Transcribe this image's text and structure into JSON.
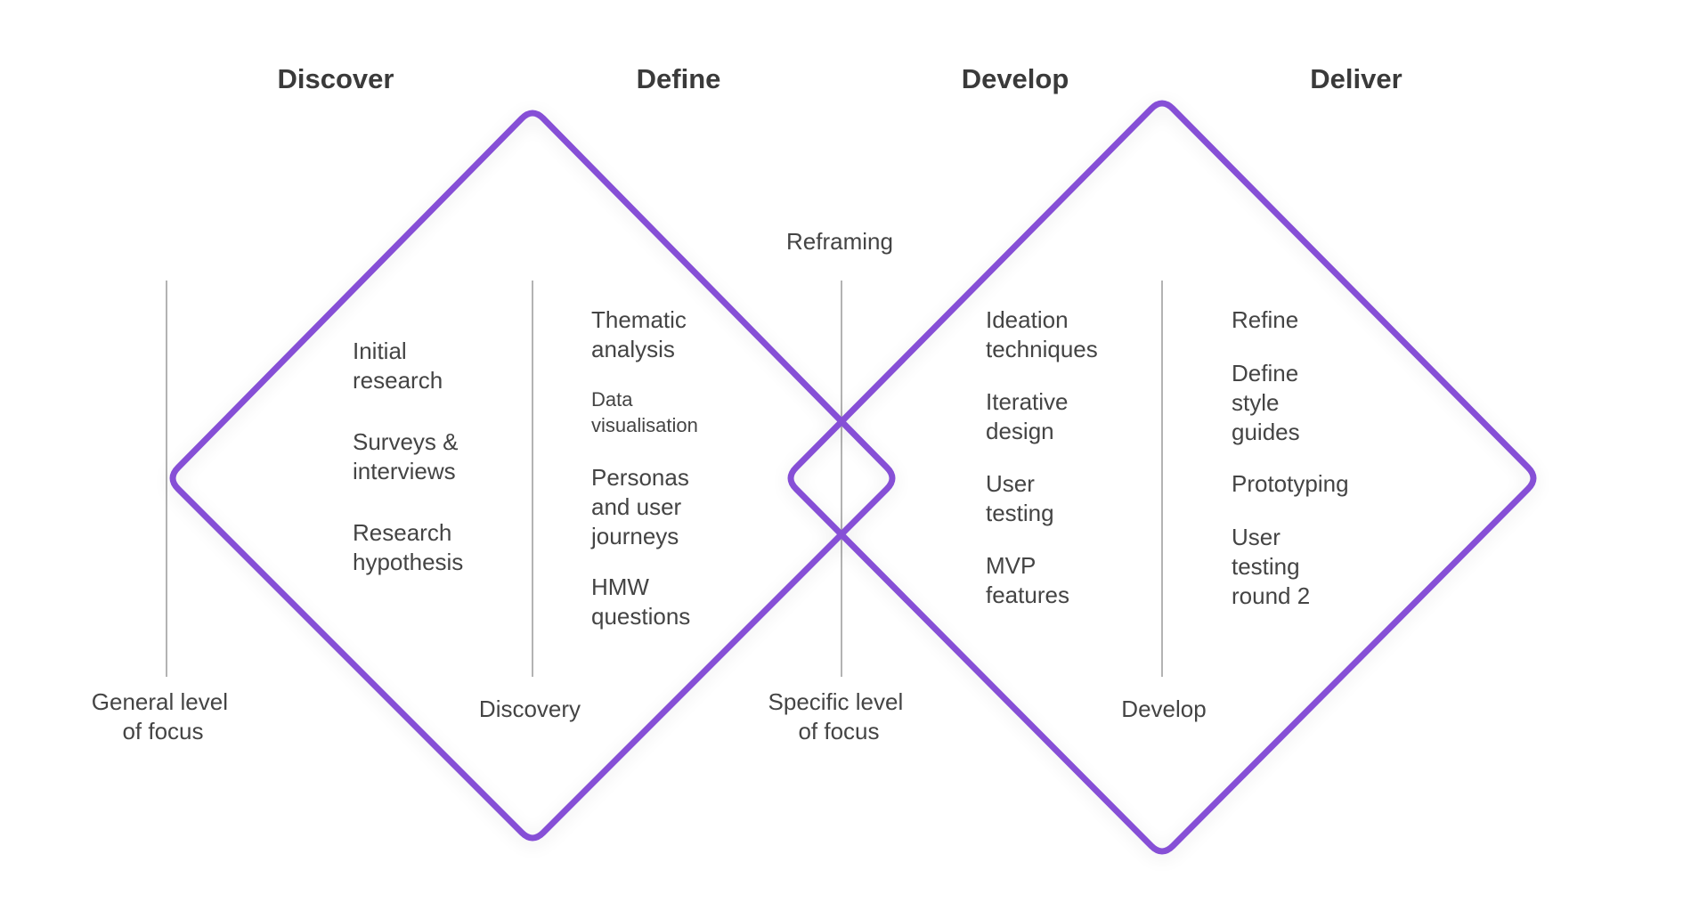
{
  "phases": {
    "discover": "Discover",
    "define": "Define",
    "develop": "Develop",
    "deliver": "Deliver"
  },
  "reframing": "Reframing",
  "axis_labels": {
    "general": [
      "General level",
      "of focus"
    ],
    "discovery": "Discovery",
    "specific": [
      "Specific level",
      "of focus"
    ],
    "develop": "Develop"
  },
  "discover_items": [
    [
      "Initial",
      "research"
    ],
    [
      "Surveys &",
      "interviews"
    ],
    [
      "Research",
      "hypothesis"
    ]
  ],
  "define_items": [
    [
      "Thematic",
      "analysis"
    ],
    [
      "Data",
      "visualisation"
    ],
    [
      "Personas",
      "and user",
      "journeys"
    ],
    [
      "HMW",
      "questions"
    ]
  ],
  "develop_items": [
    [
      "Ideation",
      "techniques"
    ],
    [
      "Iterative",
      "design"
    ],
    [
      "User",
      "testing"
    ],
    [
      "MVP",
      "features"
    ]
  ],
  "deliver_items": [
    [
      "Refine"
    ],
    [
      "Define",
      "style",
      "guides"
    ],
    [
      "Prototyping"
    ],
    [
      "User",
      "testing",
      "round 2"
    ]
  ],
  "colors": {
    "diamond_stroke": "#8650d6",
    "axis_line": "#b3b3b3",
    "text": "#3a3a3a"
  }
}
